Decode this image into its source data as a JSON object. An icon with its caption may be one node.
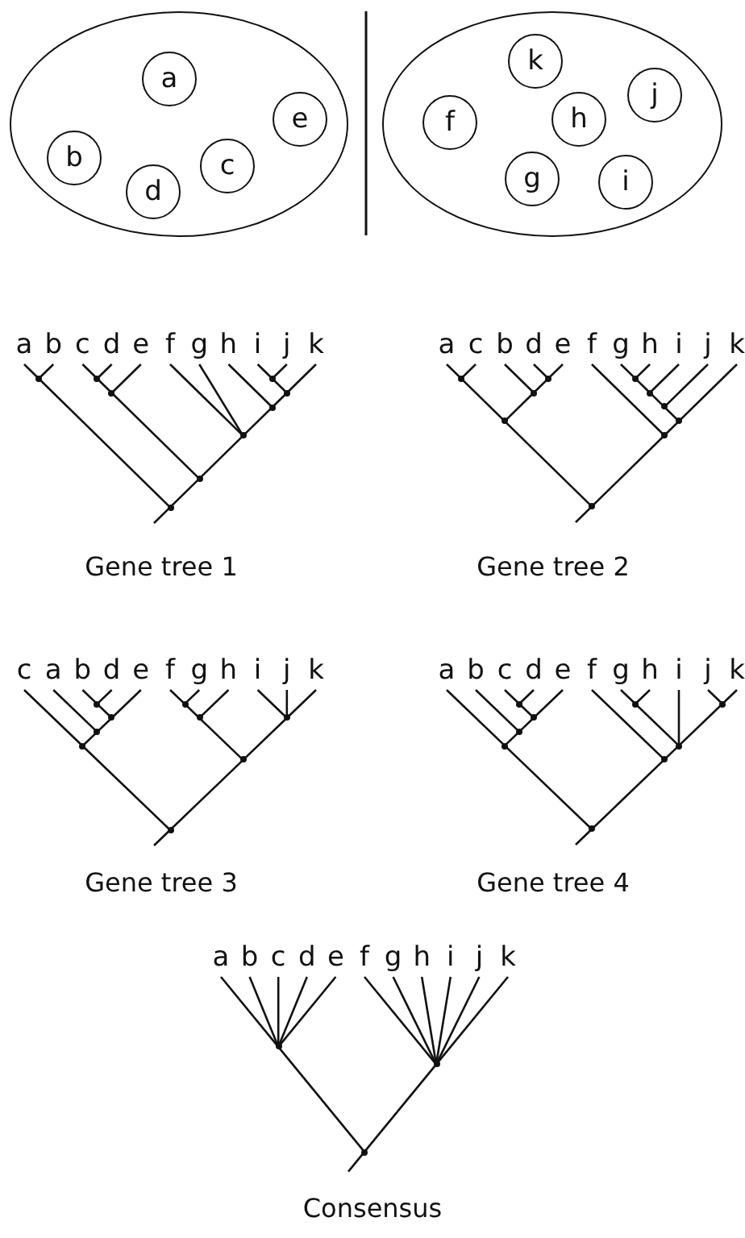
{
  "diagram": {
    "nodes": [
      {
        "text": [],
        "shape": "ellipse"
      },
      {
        "text": [
          "a"
        ],
        "in": 0
      },
      {
        "text": [
          "e"
        ],
        "in": 0
      },
      {
        "text": [
          "b"
        ],
        "in": 0
      },
      {
        "text": [
          "c"
        ],
        "in": 0
      },
      {
        "text": [
          "d"
        ],
        "in": 0
      },
      {
        "text": [],
        "shape": "ellipse"
      },
      {
        "text": [
          "k"
        ],
        "in": 6
      },
      {
        "text": [
          "j"
        ],
        "in": 6
      },
      {
        "text": [
          "h"
        ],
        "in": 6
      },
      {
        "text": [
          "f"
        ],
        "in": 6
      },
      {
        "text": [
          "g"
        ],
        "in": 6
      },
      {
        "text": [
          "i"
        ],
        "in": 6
      },
      {
        "text": [
          "a"
        ]
      },
      {
        "text": [
          "b"
        ]
      },
      {
        "text": [
          "c"
        ]
      },
      {
        "text": [
          "d"
        ]
      },
      {
        "text": [
          "e"
        ]
      },
      {
        "text": [
          "f"
        ]
      },
      {
        "text": [
          "g"
        ]
      },
      {
        "text": [
          "h"
        ]
      },
      {
        "text": [
          "i"
        ]
      },
      {
        "text": [
          "j"
        ]
      },
      {
        "text": [
          "k"
        ]
      },
      {
        "text": [],
        "shape": "point"
      },
      {
        "text": [],
        "shape": "point"
      },
      {
        "text": [],
        "shape": "point"
      },
      {
        "text": [],
        "shape": "point"
      },
      {
        "text": [],
        "shape": "point"
      },
      {
        "text": [],
        "shape": "point"
      },
      {
        "text": [],
        "shape": "point"
      },
      {
        "text": [],
        "shape": "point"
      },
      {
        "text": [],
        "shape": "point"
      },
      {
        "text": [
          "a"
        ]
      },
      {
        "text": [
          "c"
        ]
      },
      {
        "text": [
          "b"
        ]
      },
      {
        "text": [
          "d"
        ]
      },
      {
        "text": [
          "e"
        ]
      },
      {
        "text": [
          "f"
        ]
      },
      {
        "text": [
          "g"
        ]
      },
      {
        "text": [
          "h"
        ]
      },
      {
        "text": [
          "i"
        ]
      },
      {
        "text": [
          "j"
        ]
      },
      {
        "text": [
          "k"
        ]
      },
      {
        "text": [],
        "shape": "point"
      },
      {
        "text": [],
        "shape": "point"
      },
      {
        "text": [],
        "shape": "point"
      },
      {
        "text": [],
        "shape": "point"
      },
      {
        "text": [],
        "shape": "point"
      },
      {
        "text": [],
        "shape": "point"
      },
      {
        "text": [],
        "shape": "point"
      },
      {
        "text": [],
        "shape": "point"
      },
      {
        "text": [],
        "shape": "point"
      },
      {
        "text": [],
        "shape": "point"
      },
      {
        "text": [
          "c"
        ]
      },
      {
        "text": [
          "a"
        ]
      },
      {
        "text": [
          "b"
        ]
      },
      {
        "text": [
          "d"
        ]
      },
      {
        "text": [
          "e"
        ]
      },
      {
        "text": [
          "f"
        ]
      },
      {
        "text": [
          "g"
        ]
      },
      {
        "text": [
          "h"
        ]
      },
      {
        "text": [
          "i"
        ]
      },
      {
        "text": [
          "j"
        ]
      },
      {
        "text": [
          "k"
        ]
      },
      {
        "text": [],
        "shape": "point"
      },
      {
        "text": [],
        "shape": "point"
      },
      {
        "text": [],
        "shape": "point"
      },
      {
        "text": [],
        "shape": "point"
      },
      {
        "text": [],
        "shape": "point"
      },
      {
        "text": [],
        "shape": "point"
      },
      {
        "text": [],
        "shape": "point"
      },
      {
        "text": [],
        "shape": "point"
      },
      {
        "text": [],
        "shape": "point"
      },
      {
        "text": [
          "a"
        ]
      },
      {
        "text": [
          "b"
        ]
      },
      {
        "text": [
          "c"
        ]
      },
      {
        "text": [
          "d"
        ]
      },
      {
        "text": [
          "e"
        ]
      },
      {
        "text": [
          "f"
        ]
      },
      {
        "text": [
          "g"
        ]
      },
      {
        "text": [
          "h"
        ]
      },
      {
        "text": [
          "i"
        ]
      },
      {
        "text": [
          "j"
        ]
      },
      {
        "text": [
          "k"
        ]
      },
      {
        "text": [],
        "shape": "point"
      },
      {
        "text": [],
        "shape": "point"
      },
      {
        "text": [],
        "shape": "point"
      },
      {
        "text": [],
        "shape": "point"
      },
      {
        "text": [],
        "shape": "point"
      },
      {
        "text": [],
        "shape": "point"
      },
      {
        "text": [],
        "shape": "point"
      },
      {
        "text": [],
        "shape": "point"
      },
      {
        "text": [],
        "shape": "point"
      },
      {
        "text": [
          "a"
        ]
      },
      {
        "text": [
          "b"
        ]
      },
      {
        "text": [
          "c"
        ]
      },
      {
        "text": [
          "d"
        ]
      },
      {
        "text": [
          "e"
        ]
      },
      {
        "text": [
          "f"
        ]
      },
      {
        "text": [
          "g"
        ]
      },
      {
        "text": [
          "h"
        ]
      },
      {
        "text": [
          "i"
        ]
      },
      {
        "text": [
          "j"
        ]
      },
      {
        "text": [
          "k"
        ]
      },
      {
        "text": [],
        "shape": "point"
      },
      {
        "text": [],
        "shape": "point"
      },
      {
        "text": [],
        "shape": "point"
      }
    ],
    "edges": [
      {
        "from": 13,
        "to": 24,
        "arrow": "none"
      },
      {
        "from": 14,
        "to": 24,
        "arrow": "none"
      },
      {
        "from": 15,
        "to": 25,
        "arrow": "none"
      },
      {
        "from": 16,
        "to": 25,
        "arrow": "none"
      },
      {
        "from": 25,
        "to": 26,
        "arrow": "none"
      },
      {
        "from": 17,
        "to": 26,
        "arrow": "none"
      },
      {
        "from": 21,
        "to": 27,
        "arrow": "none"
      },
      {
        "from": 22,
        "to": 27,
        "arrow": "none"
      },
      {
        "from": 27,
        "to": 28,
        "arrow": "none"
      },
      {
        "from": 23,
        "to": 28,
        "arrow": "none"
      },
      {
        "from": 20,
        "to": 29,
        "arrow": "none"
      },
      {
        "from": 28,
        "to": 29,
        "arrow": "none"
      },
      {
        "from": 18,
        "to": 30,
        "arrow": "none"
      },
      {
        "from": 19,
        "to": 30,
        "arrow": "none"
      },
      {
        "from": 29,
        "to": 30,
        "arrow": "none"
      },
      {
        "from": 26,
        "to": 31,
        "arrow": "none"
      },
      {
        "from": 30,
        "to": 31,
        "arrow": "none"
      },
      {
        "from": 24,
        "to": 32,
        "arrow": "none"
      },
      {
        "from": 31,
        "to": 32,
        "arrow": "none"
      },
      {
        "from": 32,
        "to": null,
        "arrow": "none"
      },
      {
        "from": 33,
        "to": 44,
        "arrow": "none"
      },
      {
        "from": 34,
        "to": 44,
        "arrow": "none"
      },
      {
        "from": 36,
        "to": 45,
        "arrow": "none"
      },
      {
        "from": 37,
        "to": 45,
        "arrow": "none"
      },
      {
        "from": 35,
        "to": 46,
        "arrow": "none"
      },
      {
        "from": 45,
        "to": 46,
        "arrow": "none"
      },
      {
        "from": 44,
        "to": 47,
        "arrow": "none"
      },
      {
        "from": 46,
        "to": 47,
        "arrow": "none"
      },
      {
        "from": 39,
        "to": 48,
        "arrow": "none"
      },
      {
        "from": 40,
        "to": 48,
        "arrow": "none"
      },
      {
        "from": 48,
        "to": 49,
        "arrow": "none"
      },
      {
        "from": 41,
        "to": 49,
        "arrow": "none"
      },
      {
        "from": 49,
        "to": 50,
        "arrow": "none"
      },
      {
        "from": 42,
        "to": 50,
        "arrow": "none"
      },
      {
        "from": 50,
        "to": 51,
        "arrow": "none"
      },
      {
        "from": 43,
        "to": 51,
        "arrow": "none"
      },
      {
        "from": 38,
        "to": 52,
        "arrow": "none"
      },
      {
        "from": 51,
        "to": 52,
        "arrow": "none"
      },
      {
        "from": 47,
        "to": 53,
        "arrow": "none"
      },
      {
        "from": 52,
        "to": 53,
        "arrow": "none"
      },
      {
        "from": 53,
        "to": null,
        "arrow": "none"
      },
      {
        "from": 56,
        "to": 65,
        "arrow": "none"
      },
      {
        "from": 57,
        "to": 65,
        "arrow": "none"
      },
      {
        "from": 65,
        "to": 66,
        "arrow": "none"
      },
      {
        "from": 58,
        "to": 66,
        "arrow": "none"
      },
      {
        "from": 55,
        "to": 67,
        "arrow": "none"
      },
      {
        "from": 66,
        "to": 67,
        "arrow": "none"
      },
      {
        "from": 54,
        "to": 68,
        "arrow": "none"
      },
      {
        "from": 67,
        "to": 68,
        "arrow": "none"
      },
      {
        "from": 59,
        "to": 69,
        "arrow": "none"
      },
      {
        "from": 60,
        "to": 69,
        "arrow": "none"
      },
      {
        "from": 69,
        "to": 70,
        "arrow": "none"
      },
      {
        "from": 61,
        "to": 70,
        "arrow": "none"
      },
      {
        "from": 62,
        "to": 71,
        "arrow": "none"
      },
      {
        "from": 63,
        "to": 71,
        "arrow": "none"
      },
      {
        "from": 64,
        "to": 71,
        "arrow": "none"
      },
      {
        "from": 70,
        "to": 72,
        "arrow": "none"
      },
      {
        "from": 71,
        "to": 72,
        "arrow": "none"
      },
      {
        "from": 68,
        "to": 73,
        "arrow": "none"
      },
      {
        "from": 72,
        "to": 73,
        "arrow": "none"
      },
      {
        "from": 73,
        "to": null,
        "arrow": "none"
      },
      {
        "from": 76,
        "to": 85,
        "arrow": "none"
      },
      {
        "from": 77,
        "to": 85,
        "arrow": "none"
      },
      {
        "from": 85,
        "to": 86,
        "arrow": "none"
      },
      {
        "from": 78,
        "to": 86,
        "arrow": "none"
      },
      {
        "from": 75,
        "to": 87,
        "arrow": "none"
      },
      {
        "from": 86,
        "to": 87,
        "arrow": "none"
      },
      {
        "from": 74,
        "to": 88,
        "arrow": "none"
      },
      {
        "from": 87,
        "to": 88,
        "arrow": "none"
      },
      {
        "from": 80,
        "to": 89,
        "arrow": "none"
      },
      {
        "from": 81,
        "to": 89,
        "arrow": "none"
      },
      {
        "from": 83,
        "to": 90,
        "arrow": "none"
      },
      {
        "from": 84,
        "to": 90,
        "arrow": "none"
      },
      {
        "from": 89,
        "to": 91,
        "arrow": "none"
      },
      {
        "from": 82,
        "to": 91,
        "arrow": "none"
      },
      {
        "from": 90,
        "to": 91,
        "arrow": "none"
      },
      {
        "from": 79,
        "to": 92,
        "arrow": "none"
      },
      {
        "from": 91,
        "to": 92,
        "arrow": "none"
      },
      {
        "from": 88,
        "to": 93,
        "arrow": "none"
      },
      {
        "from": 92,
        "to": 93,
        "arrow": "none"
      },
      {
        "from": 93,
        "to": null,
        "arrow": "none"
      },
      {
        "from": 94,
        "to": 105,
        "arrow": "none"
      },
      {
        "from": 95,
        "to": 105,
        "arrow": "none"
      },
      {
        "from": 96,
        "to": 105,
        "arrow": "none"
      },
      {
        "from": 97,
        "to": 105,
        "arrow": "none"
      },
      {
        "from": 98,
        "to": 105,
        "arrow": "none"
      },
      {
        "from": 99,
        "to": 106,
        "arrow": "none"
      },
      {
        "from": 100,
        "to": 106,
        "arrow": "none"
      },
      {
        "from": 101,
        "to": 106,
        "arrow": "none"
      },
      {
        "from": 102,
        "to": 106,
        "arrow": "none"
      },
      {
        "from": 103,
        "to": 106,
        "arrow": "none"
      },
      {
        "from": 104,
        "to": 106,
        "arrow": "none"
      },
      {
        "from": 105,
        "to": 107,
        "arrow": "none"
      },
      {
        "from": 106,
        "to": 107,
        "arrow": "none"
      },
      {
        "from": 107,
        "to": null,
        "arrow": "none"
      }
    ],
    "labels": [
      "Gene tree 1",
      "Gene tree 2",
      "Gene tree 3",
      "Gene tree 4",
      "Consensus"
    ]
  }
}
